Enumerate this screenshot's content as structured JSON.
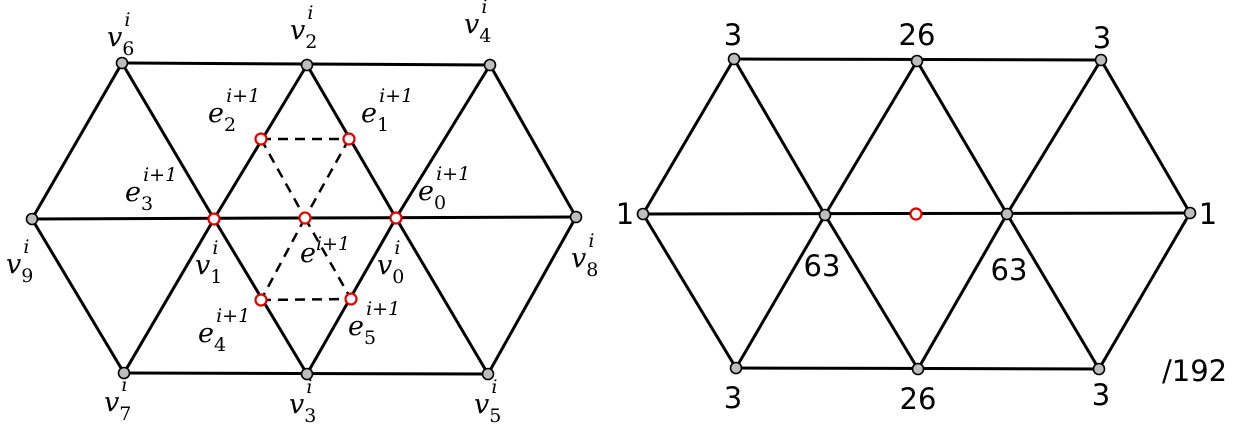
{
  "left_panel": {
    "vertex_labels": [
      {
        "id": "v6",
        "base": "v",
        "sub": "6",
        "sup": "i"
      },
      {
        "id": "v2",
        "base": "v",
        "sub": "2",
        "sup": "i"
      },
      {
        "id": "v4",
        "base": "v",
        "sub": "4",
        "sup": "i"
      },
      {
        "id": "v9",
        "base": "v",
        "sub": "9",
        "sup": "i"
      },
      {
        "id": "v8",
        "base": "v",
        "sub": "8",
        "sup": "i"
      },
      {
        "id": "v1",
        "base": "v",
        "sub": "1",
        "sup": "i"
      },
      {
        "id": "v0",
        "base": "v",
        "sub": "0",
        "sup": "i"
      },
      {
        "id": "v7",
        "base": "v",
        "sub": "7",
        "sup": "i"
      },
      {
        "id": "v3",
        "base": "v",
        "sub": "3",
        "sup": "i"
      },
      {
        "id": "v5",
        "base": "v",
        "sub": "5",
        "sup": "i"
      }
    ],
    "edge_labels": [
      {
        "id": "e2",
        "base": "e",
        "sub": "2",
        "sup": "i+1"
      },
      {
        "id": "e1",
        "base": "e",
        "sub": "1",
        "sup": "i+1"
      },
      {
        "id": "e3",
        "base": "e",
        "sub": "3",
        "sup": "i+1"
      },
      {
        "id": "e0",
        "base": "e",
        "sub": "0",
        "sup": "i+1"
      },
      {
        "id": "e",
        "base": "e",
        "sub": "",
        "sup": "i+1"
      },
      {
        "id": "e4",
        "base": "e",
        "sub": "4",
        "sup": "i+1"
      },
      {
        "id": "e5",
        "base": "e",
        "sub": "5",
        "sup": "i+1"
      }
    ]
  },
  "right_panel": {
    "weights": [
      {
        "id": "w-top-left",
        "text": "3"
      },
      {
        "id": "w-top-mid",
        "text": "26"
      },
      {
        "id": "w-top-right",
        "text": "3"
      },
      {
        "id": "w-left",
        "text": "1"
      },
      {
        "id": "w-right",
        "text": "1"
      },
      {
        "id": "w-inner-left",
        "text": "63"
      },
      {
        "id": "w-inner-right",
        "text": "63"
      },
      {
        "id": "w-bottom-left",
        "text": "3"
      },
      {
        "id": "w-bottom-mid",
        "text": "26"
      },
      {
        "id": "w-bottom-right",
        "text": "3"
      }
    ],
    "denominator": "/192"
  },
  "colors": {
    "vertex_fill": "#bdbdbd",
    "edge_point_stroke": "#e00000",
    "line": "#000000"
  }
}
